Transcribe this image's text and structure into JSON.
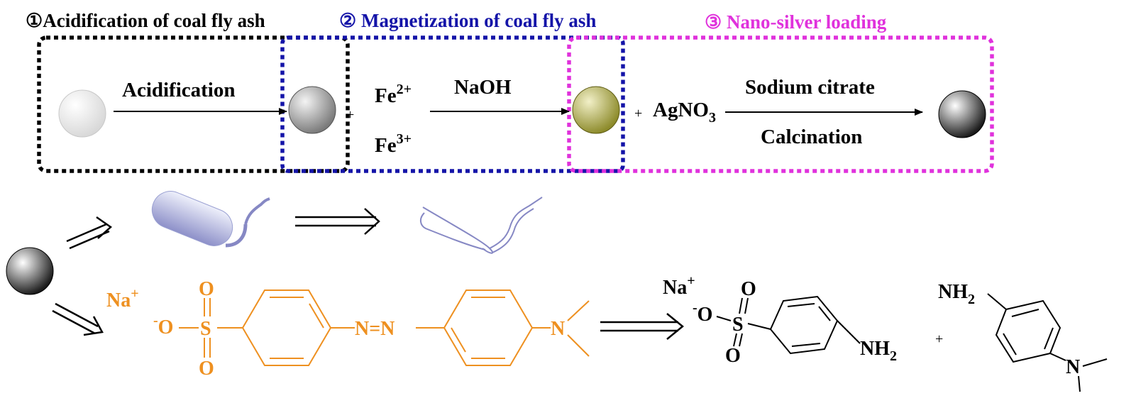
{
  "stages": [
    {
      "label": "①Acidification of coal fly ash",
      "color": "#000000"
    },
    {
      "label": "② Magnetization of coal fly ash",
      "color": "#1414a8"
    },
    {
      "label": "③ Nano-silver loading",
      "color": "#e032dc"
    }
  ],
  "reaction": {
    "step1_label": "Acidification",
    "plus": "+",
    "fe2": {
      "base": "Fe",
      "charge": "2+"
    },
    "fe3": {
      "base": "Fe",
      "charge": "3+"
    },
    "naoh": "NaOH",
    "agno3": {
      "base": "AgNO",
      "sub": "3"
    },
    "sodium_citrate": "Sodium citrate",
    "calcination": "Calcination"
  },
  "sphere_colors": {
    "fly_ash": "#d8d8d8",
    "acidified": "#7a7a7a",
    "magnetic": "#8c8a2a",
    "silver": "#1a1a1a"
  },
  "dye": {
    "color": "#ee9020",
    "na": "Na",
    "na_charge": "+",
    "o_minus_charge": "-",
    "o": "O",
    "s": "S",
    "n": "N",
    "n_eq_n": "N=N"
  },
  "products": {
    "na": "Na",
    "na_charge": "+",
    "o_minus_charge": "-",
    "o": "O",
    "s": "S",
    "nh2": "NH",
    "nh2_sub": "2",
    "n": "N",
    "plus": "+"
  }
}
